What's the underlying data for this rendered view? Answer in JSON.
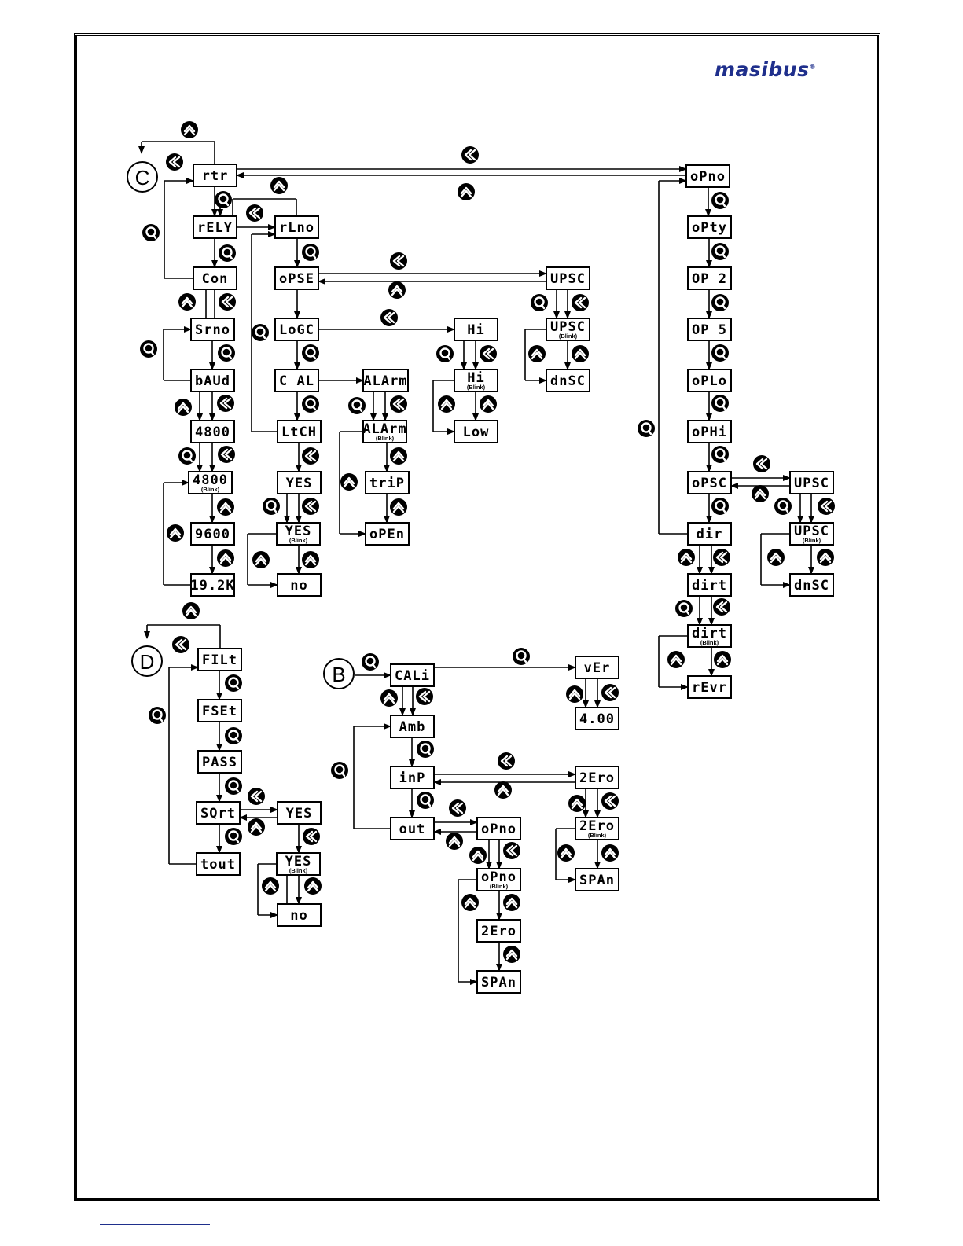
{
  "brand": {
    "logo_text": "masibus",
    "registered_mark": "®"
  },
  "connectors": [
    "C",
    "D",
    "B"
  ],
  "nodes": [
    "rtr",
    "rELY",
    "Con",
    "Srno",
    "bAUd",
    "4800",
    "4800",
    "9600",
    "19.2K",
    "rLno",
    "oPSE",
    "LoGC",
    "C AL",
    "LtCH",
    "YES",
    "YES",
    "no",
    "UPSC",
    "UPSC",
    "dnSC",
    "Hi",
    "Hi",
    "Low",
    "ALArm",
    "ALArm",
    "triP",
    "oPEn",
    "oPno",
    "oPty",
    "OP 2",
    "OP 5",
    "oPLo",
    "oPHi",
    "oPSC",
    "UPSC",
    "UPSC",
    "dnSC",
    "dir",
    "dirt",
    "dirt",
    "rEvr",
    "FILt",
    "FSEt",
    "PASS",
    "SQrt",
    "tout",
    "YES",
    "YES",
    "no",
    "CALi",
    "Amb",
    "inP",
    "out",
    "vEr",
    "4.00",
    "2Ero",
    "2Ero",
    "SPAn",
    "oPno",
    "oPno",
    "2Ero",
    "SPAn"
  ],
  "blink_label": "(Blink)",
  "key_icons": {
    "enter": "enter-key-icon",
    "up": "up-key-icon",
    "shift": "shift-key-icon"
  }
}
